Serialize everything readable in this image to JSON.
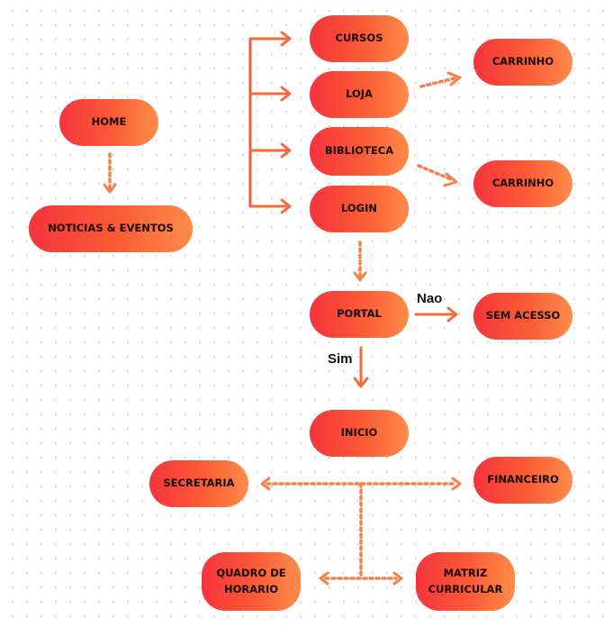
{
  "nodes": {
    "home": "HOME",
    "noticias": "NOTICIAS & EVENTOS",
    "cursos": "CURSOS",
    "loja": "LOJA",
    "biblioteca": "BIBLIOTECA",
    "login": "LOGIN",
    "carrinho_1": "CARRINHO",
    "carrinho_2": "CARRINHO",
    "portal": "PORTAL",
    "sem_acesso": "SEM ACESSO",
    "inicio": "INICIO",
    "secretaria": "SECRETARIA",
    "financeiro": "FINANCEIRO",
    "quadro": "QUADRO DE\nHORARIO",
    "matriz": "MATRIZ\nCURRICULAR"
  },
  "labels": {
    "nao": "Nao",
    "sim": "Sim"
  },
  "colors": {
    "node_gradient_start": "#f5343d",
    "node_gradient_end": "#fd8c4a",
    "arrow": "#f26b3a",
    "dotted_arrow": "#f5814a"
  }
}
